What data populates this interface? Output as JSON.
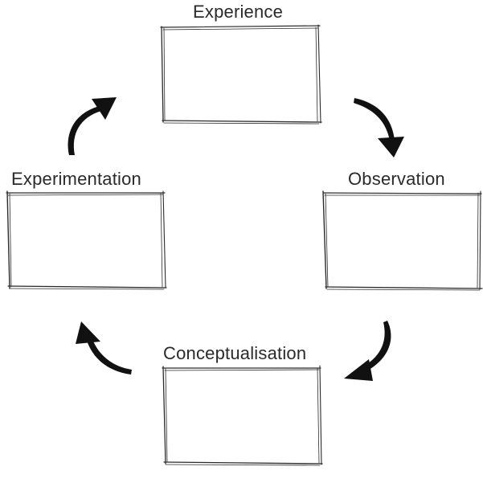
{
  "diagram": {
    "stages": [
      {
        "id": "experience",
        "label": "Experience"
      },
      {
        "id": "observation",
        "label": "Observation"
      },
      {
        "id": "conceptualisation",
        "label": "Conceptualisation"
      },
      {
        "id": "experimentation",
        "label": "Experimentation"
      }
    ],
    "colors": {
      "stroke": "#2b2b2b",
      "arrow": "#111111",
      "text": "#2a2a2a",
      "background": "#ffffff"
    }
  }
}
